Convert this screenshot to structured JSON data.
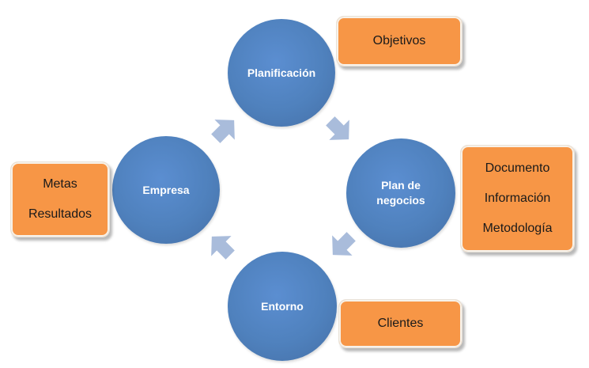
{
  "cycle": {
    "planificacion": {
      "label_lines": [
        "Planificación"
      ]
    },
    "plan_negocios": {
      "label_lines": [
        "Plan de",
        "negocios"
      ]
    },
    "entorno": {
      "label_lines": [
        "Entorno"
      ]
    },
    "empresa": {
      "label_lines": [
        "Empresa"
      ]
    }
  },
  "notes": {
    "objetivos": {
      "lines": [
        "Objetivos"
      ]
    },
    "plan_negocios": {
      "lines": [
        "Documento",
        "Información",
        "Metodología"
      ]
    },
    "clientes": {
      "lines": [
        "Clientes"
      ]
    },
    "empresa": {
      "lines": [
        "Metas",
        "Resultados"
      ]
    }
  },
  "colors": {
    "circle_fill": "#4f81bd",
    "note_fill": "#f79646",
    "arrow_fill": "#a9bcdb"
  }
}
